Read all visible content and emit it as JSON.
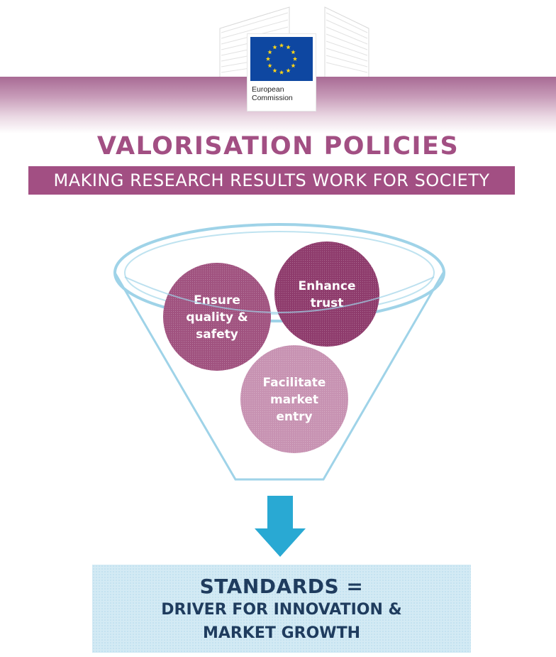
{
  "logo": {
    "org_line1": "European",
    "org_line2": "Commission"
  },
  "header": {
    "title": "VALORISATION POLICIES",
    "subtitle": "MAKING RESEARCH RESULTS WORK FOR SOCIETY"
  },
  "funnel": {
    "circles": [
      {
        "lines": [
          "Ensure",
          "quality &",
          "safety"
        ],
        "color": "#a0527f"
      },
      {
        "lines": [
          "Enhance",
          "trust"
        ],
        "color": "#8e3b6c"
      },
      {
        "lines": [
          "Facilitate",
          "market",
          "entry"
        ],
        "color": "#c792b2"
      }
    ]
  },
  "result": {
    "line1": "STANDARDS =",
    "line2": "DRIVER FOR INNOVATION &",
    "line3": "MARKET GROWTH"
  },
  "colors": {
    "brand_purple": "#a24f83",
    "funnel_stroke": "#9fd3e8",
    "arrow": "#29a9d3",
    "text_navy": "#1f3c5e"
  }
}
